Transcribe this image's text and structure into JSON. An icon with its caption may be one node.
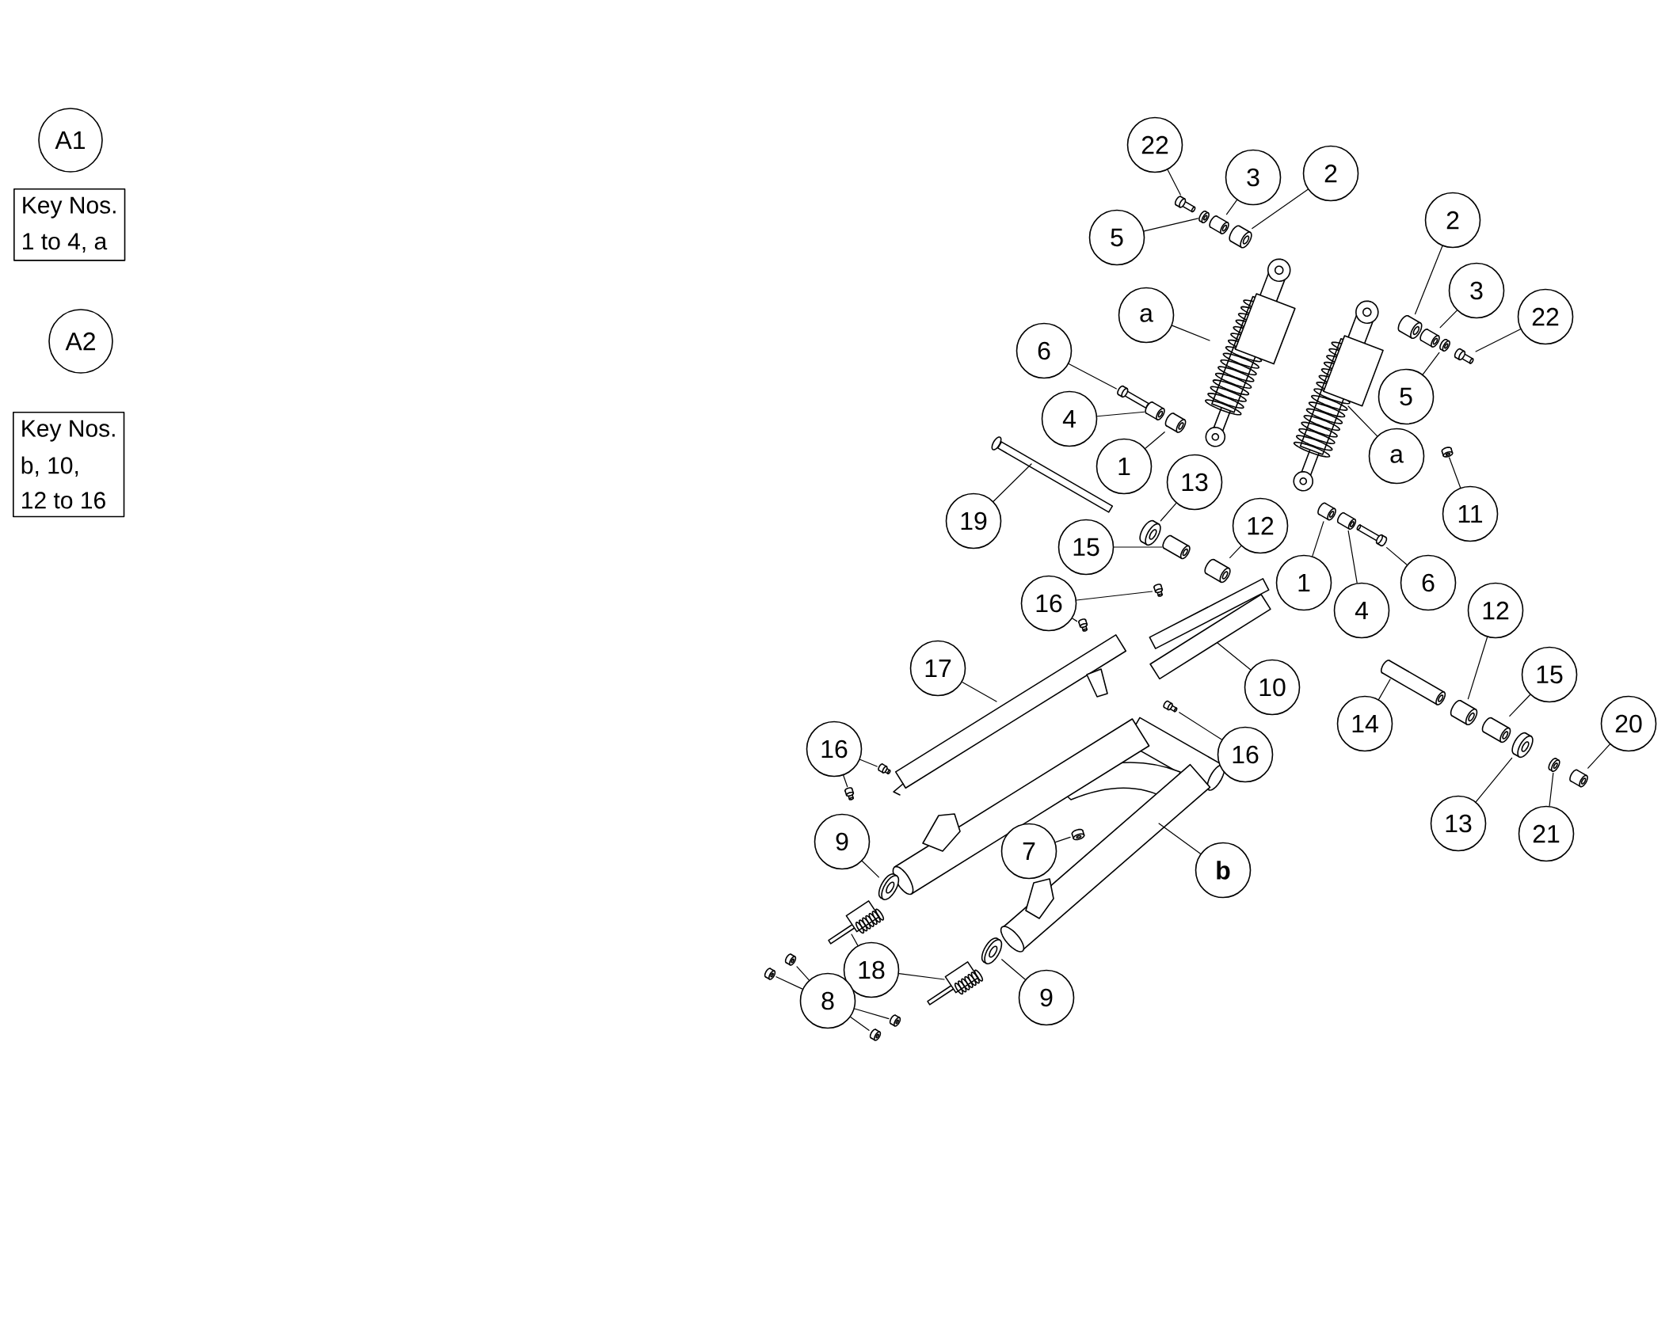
{
  "diagram": {
    "nodes": [
      {
        "text": [
          "A1"
        ]
      },
      {
        "text": [
          "Key Nos.",
          "1 to 4, a"
        ]
      },
      {
        "text": [
          "A2"
        ]
      },
      {
        "text": [
          "Key Nos.",
          "b, 10, 12 to 16"
        ]
      },
      {
        "text": [
          "22"
        ]
      },
      {
        "text": [
          "3"
        ]
      },
      {
        "text": [
          "2"
        ]
      },
      {
        "text": [
          "5"
        ]
      },
      {
        "text": [
          "2"
        ]
      },
      {
        "text": [
          "3"
        ]
      },
      {
        "text": [
          "22"
        ]
      },
      {
        "text": [
          "a"
        ]
      },
      {
        "text": [
          "6"
        ]
      },
      {
        "text": [
          "5"
        ]
      },
      {
        "text": [
          "4"
        ]
      },
      {
        "text": [
          "a"
        ]
      },
      {
        "text": [
          "1"
        ]
      },
      {
        "text": [
          "13"
        ]
      },
      {
        "text": [
          "11"
        ]
      },
      {
        "text": [
          "19"
        ]
      },
      {
        "text": [
          "12"
        ]
      },
      {
        "text": [
          "15"
        ]
      },
      {
        "text": [
          "1"
        ]
      },
      {
        "text": [
          "6"
        ]
      },
      {
        "text": [
          "16"
        ]
      },
      {
        "text": [
          "4"
        ]
      },
      {
        "text": [
          "12"
        ]
      },
      {
        "text": [
          "17"
        ]
      },
      {
        "text": [
          "15"
        ]
      },
      {
        "text": [
          "10"
        ]
      },
      {
        "text": [
          "14"
        ]
      },
      {
        "text": [
          "20"
        ]
      },
      {
        "text": [
          "16"
        ]
      },
      {
        "text": [
          "16"
        ]
      },
      {
        "text": [
          "13"
        ]
      },
      {
        "text": [
          "21"
        ]
      },
      {
        "text": [
          "9"
        ]
      },
      {
        "text": [
          "7"
        ]
      },
      {
        "text": [
          "b"
        ]
      },
      {
        "text": [
          "18"
        ]
      },
      {
        "text": [
          "9"
        ]
      },
      {
        "text": [
          "8"
        ]
      },
      {
        "text": [],
        "shape": "picture"
      },
      {
        "text": [],
        "shape": "picture"
      },
      {
        "text": [],
        "shape": "picture"
      },
      {
        "text": [],
        "shape": "picture"
      },
      {
        "text": [],
        "shape": "picture"
      },
      {
        "text": [],
        "shape": "picture"
      },
      {
        "text": [],
        "shape": "picture"
      },
      {
        "text": [],
        "shape": "picture"
      },
      {
        "text": [],
        "shape": "picture"
      },
      {
        "text": [],
        "shape": "picture"
      },
      {
        "text": [],
        "shape": "picture"
      },
      {
        "text": [],
        "shape": "picture"
      },
      {
        "text": [],
        "shape": "picture"
      },
      {
        "text": [],
        "shape": "picture"
      },
      {
        "text": [],
        "shape": "picture"
      },
      {
        "text": [],
        "shape": "picture"
      },
      {
        "text": [],
        "shape": "picture"
      },
      {
        "text": [],
        "shape": "picture"
      },
      {
        "text": [],
        "shape": "picture"
      },
      {
        "text": [],
        "shape": "picture"
      },
      {
        "text": [],
        "shape": "picture"
      },
      {
        "text": [],
        "shape": "picture"
      },
      {
        "text": [],
        "shape": "picture"
      },
      {
        "text": [],
        "shape": "picture"
      },
      {
        "text": [],
        "shape": "picture"
      },
      {
        "text": [],
        "shape": "picture"
      },
      {
        "text": [],
        "shape": "picture"
      },
      {
        "text": [],
        "shape": "picture"
      },
      {
        "text": [],
        "shape": "picture"
      },
      {
        "text": [],
        "shape": "picture"
      },
      {
        "text": [],
        "shape": "picture"
      },
      {
        "text": [],
        "shape": "picture"
      },
      {
        "text": [],
        "shape": "picture"
      },
      {
        "text": [],
        "shape": "picture"
      },
      {
        "text": [],
        "shape": "picture"
      },
      {
        "text": [],
        "shape": "picture"
      },
      {
        "text": [],
        "shape": "picture"
      },
      {
        "text": [],
        "shape": "picture"
      },
      {
        "text": [],
        "shape": "picture"
      },
      {
        "text": [],
        "shape": "picture"
      },
      {
        "text": [],
        "shape": "picture"
      },
      {
        "text": [],
        "shape": "picture"
      },
      {
        "text": [],
        "shape": "picture"
      },
      {
        "text": [],
        "shape": "picture"
      }
    ],
    "edges": [
      {
        "from": 4,
        "to": 42,
        "arrow": "none"
      },
      {
        "from": 5,
        "to": 44,
        "arrow": "none"
      },
      {
        "from": 6,
        "to": 45,
        "arrow": "none"
      },
      {
        "from": 7,
        "to": 43,
        "arrow": "none"
      },
      {
        "from": 8,
        "to": 48,
        "arrow": "none"
      },
      {
        "from": 9,
        "to": 49,
        "arrow": "none"
      },
      {
        "from": 10,
        "to": 51,
        "arrow": "none"
      },
      {
        "from": 11,
        "to": 46,
        "arrow": "none"
      },
      {
        "from": 12,
        "to": 52,
        "arrow": "none"
      },
      {
        "from": 13,
        "to": 50,
        "arrow": "none"
      },
      {
        "from": 14,
        "to": 53,
        "arrow": "none"
      },
      {
        "from": 15,
        "to": 47,
        "arrow": "none"
      },
      {
        "from": 16,
        "to": 54,
        "arrow": "none"
      },
      {
        "from": 17,
        "to": 57,
        "arrow": "none"
      },
      {
        "from": 18,
        "to": 56,
        "arrow": "none"
      },
      {
        "from": 19,
        "to": 55,
        "arrow": "none"
      },
      {
        "from": 20,
        "to": 59,
        "arrow": "none"
      },
      {
        "from": 21,
        "to": 58,
        "arrow": "none"
      },
      {
        "from": 22,
        "to": 60,
        "arrow": "none"
      },
      {
        "from": 23,
        "to": 62,
        "arrow": "none"
      },
      {
        "from": 24,
        "to": 63,
        "arrow": "none"
      },
      {
        "from": 24,
        "to": 64,
        "arrow": "none"
      },
      {
        "from": 25,
        "to": 61,
        "arrow": "none"
      },
      {
        "from": 26,
        "to": 69,
        "arrow": "none"
      },
      {
        "from": 27,
        "to": 66,
        "arrow": "none"
      },
      {
        "from": 28,
        "to": 70,
        "arrow": "none"
      },
      {
        "from": 29,
        "to": 65,
        "arrow": "none"
      },
      {
        "from": 30,
        "to": 68,
        "arrow": "none"
      },
      {
        "from": 31,
        "to": 73,
        "arrow": "none"
      },
      {
        "from": 32,
        "to": 74,
        "arrow": "none"
      },
      {
        "from": 32,
        "to": 75,
        "arrow": "none"
      },
      {
        "from": 33,
        "to": 67,
        "arrow": "none"
      },
      {
        "from": 34,
        "to": 71,
        "arrow": "none"
      },
      {
        "from": 35,
        "to": 72,
        "arrow": "none"
      },
      {
        "from": 36,
        "to": 78,
        "arrow": "none"
      },
      {
        "from": 37,
        "to": 77,
        "arrow": "none"
      },
      {
        "from": 38,
        "to": 76,
        "arrow": "none"
      },
      {
        "from": 39,
        "to": 80,
        "arrow": "none"
      },
      {
        "from": 39,
        "to": 81,
        "arrow": "none"
      },
      {
        "from": 40,
        "to": 79,
        "arrow": "none"
      },
      {
        "from": 41,
        "to": 82,
        "arrow": "none"
      },
      {
        "from": 41,
        "to": 83,
        "arrow": "none"
      },
      {
        "from": 41,
        "to": 84,
        "arrow": "none"
      },
      {
        "from": 41,
        "to": 85,
        "arrow": "none"
      }
    ]
  }
}
